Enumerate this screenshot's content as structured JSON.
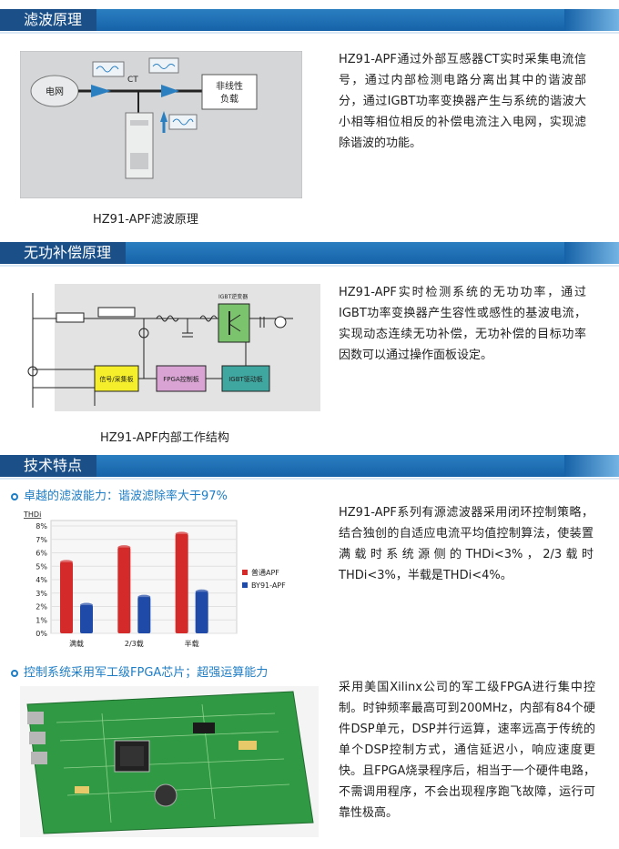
{
  "sections": [
    {
      "title": "滤波原理"
    },
    {
      "title": "无功补偿原理"
    },
    {
      "title": "技术特点"
    }
  ],
  "filter": {
    "text": "HZ91-APF通过外部互感器CT实时采集电流信号，通过内部检测电路分离出其中的谐波部分，通过IGBT功率变换器产生与系统的谐波大小相等相位相反的补偿电流注入电网，实现滤除谐波的功能。",
    "caption": "HZ91-APF滤波原理",
    "diagram": {
      "grid": "电网",
      "ct": "CT",
      "load_line1": "非线性",
      "load_line2": "负载"
    }
  },
  "reactive": {
    "text": "HZ91-APF实时检测系统的无功功率，通过IGBT功率变换器产生容性或感性的基波电流，实现动态连续无功补偿，无功补偿的目标功率因数可以通过操作面板设定。",
    "caption": "HZ91-APF内部工作结构",
    "diagram": {
      "blk_signal": "信号/采集板",
      "blk_fpga": "FPGA控制板",
      "blk_igbt": "IGBT驱动板",
      "igbt_label": "IGBT逆变器"
    }
  },
  "tech": {
    "bullet1": "卓越的滤波能力：谐波滤除率大于97%",
    "para1": "HZ91-APF系列有源滤波器采用闭环控制策略，结合独创的自适应电流平均值控制算法，使装置满载时系统源侧的THDi<3%，2/3载时THDi<3%，半载是THDi<4%。",
    "bullet2": "控制系统采用军工级FPGA芯片；超强运算能力",
    "para2": "采用美国Xilinx公司的军工级FPGA进行集中控制。时钟频率最高可到200MHz，内部有84个硬件DSP单元，DSP并行运算，速率远高于传统的单个DSP控制方式，通信延迟小，响应速度更快。且FPGA烧录程序后，相当于一个硬件电路，不需调用程序，不会出现程序跑飞故障，运行可靠性极高。"
  },
  "colors": {
    "accent": "#1d7dc6",
    "bar_dark": "#1b4f88",
    "red": "#d42a2a",
    "blue": "#1f4aa8"
  },
  "chart_data": {
    "type": "bar",
    "ylabel": "THDi",
    "categories": [
      "满载",
      "2/3载",
      "半载"
    ],
    "yticks": [
      "0%",
      "1%",
      "2%",
      "3%",
      "4%",
      "5%",
      "6%",
      "7%",
      "8%"
    ],
    "ylim": [
      0,
      8
    ],
    "series": [
      {
        "name": "普通APF",
        "color": "#d42a2a",
        "values": [
          5.3,
          6.4,
          7.4
        ]
      },
      {
        "name": "BY91-APF",
        "color": "#1f4aa8",
        "values": [
          2.1,
          2.7,
          3.1
        ]
      }
    ],
    "legend": "right"
  }
}
